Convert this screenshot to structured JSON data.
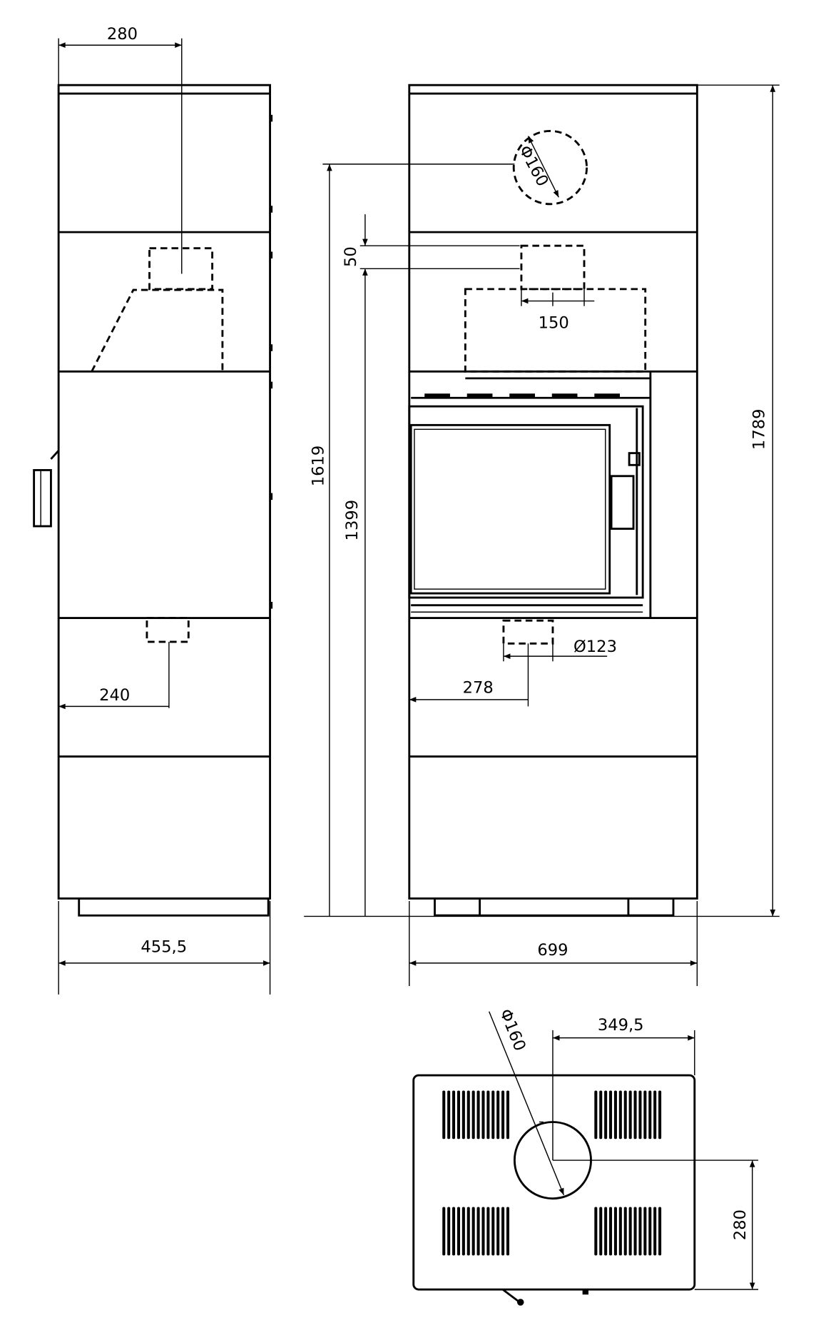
{
  "title": "Stove dimension drawing",
  "side_view": {
    "dims": {
      "flue_offset": "280",
      "rear_inlet_offset": "240",
      "depth": "455,5"
    }
  },
  "front_view": {
    "dims": {
      "flue_diameter": "Φ160",
      "rear_outlet_height": "1619",
      "top_outlet_offset": "50",
      "top_outlet_height": "1399",
      "top_outlet_width": "150",
      "air_inlet_diameter": "Ø123",
      "air_inlet_offset": "278",
      "total_height": "1789",
      "width": "699"
    }
  },
  "top_view": {
    "dims": {
      "flue_diameter": "Φ160",
      "flue_x": "349,5",
      "flue_y": "280"
    }
  },
  "colors": {
    "line": "#000000",
    "background": "#ffffff"
  }
}
